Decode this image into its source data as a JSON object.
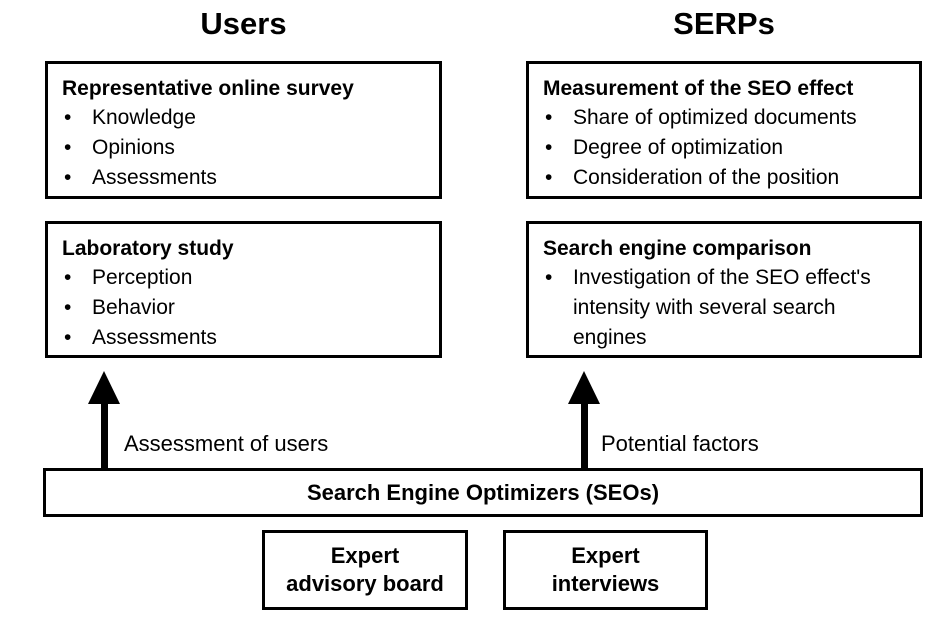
{
  "diagram": {
    "colors": {
      "ink": "#000000",
      "background": "#ffffff"
    },
    "columns": [
      {
        "header": "Users",
        "boxes": [
          {
            "title": "Representative online survey",
            "bullets": [
              "Knowledge",
              "Opinions",
              "Assessments"
            ]
          },
          {
            "title": "Laboratory study",
            "bullets": [
              "Perception",
              "Behavior",
              "Assessments"
            ]
          }
        ]
      },
      {
        "header": "SERPs",
        "boxes": [
          {
            "title": "Measurement of the SEO effect",
            "bullets": [
              "Share of optimized documents",
              "Degree of optimization",
              "Consideration of the position"
            ]
          },
          {
            "title": "Search engine comparison",
            "bullets": [
              "Investigation of the SEO effect's intensity with several search engines"
            ]
          }
        ]
      }
    ],
    "arrows": [
      {
        "label": "Assessment of users"
      },
      {
        "label": "Potential factors"
      }
    ],
    "seo_bar": {
      "label": "Search Engine Optimizers (SEOs)"
    },
    "bottom_boxes": [
      {
        "line1": "Expert",
        "line2": "advisory board"
      },
      {
        "line1": "Expert",
        "line2": "interviews"
      }
    ]
  }
}
